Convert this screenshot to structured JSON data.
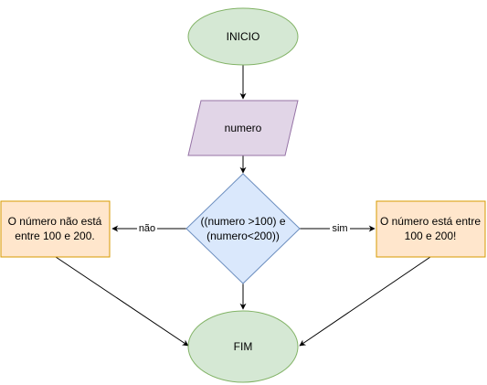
{
  "diagram": {
    "nodes": {
      "start": {
        "label": "INICIO",
        "shape": "ellipse",
        "fill": "#d5e8d4",
        "stroke": "#82b366"
      },
      "input": {
        "label": "numero",
        "shape": "parallelogram",
        "fill": "#e1d5e7",
        "stroke": "#9673a6"
      },
      "decision": {
        "line1": "((numero >100) e",
        "line2": "(numero<200))",
        "shape": "diamond",
        "fill": "#dae8fc",
        "stroke": "#6c8ebf"
      },
      "out_no": {
        "line1": "O número não está",
        "line2": "entre 100 e 200.",
        "shape": "rect",
        "fill": "#ffe6cc",
        "stroke": "#d79b00"
      },
      "out_yes": {
        "line1": "O número está entre",
        "line2": "100 e 200!",
        "shape": "rect",
        "fill": "#ffe6cc",
        "stroke": "#d79b00"
      },
      "end": {
        "label": "FIM",
        "shape": "ellipse",
        "fill": "#d5e8d4",
        "stroke": "#82b366"
      }
    },
    "edges": {
      "no_label": "não",
      "yes_label": "sim"
    },
    "line_color": "#000000"
  }
}
